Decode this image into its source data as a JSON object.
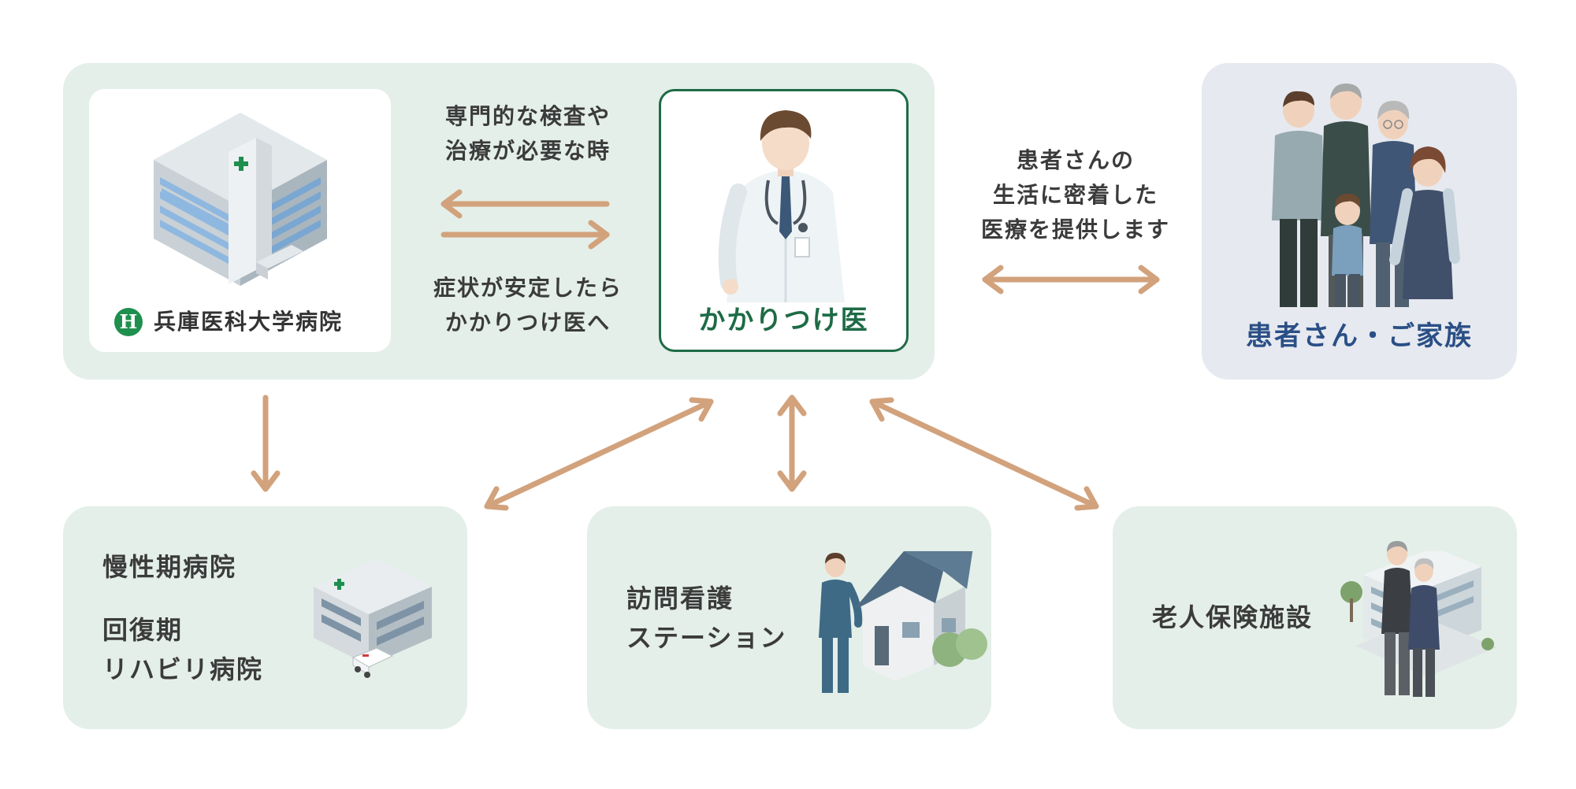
{
  "colors": {
    "panel_bg": "#e4efe9",
    "patient_panel_bg": "#e6e9ef",
    "arrow": "#d2a27c",
    "doctor_accent": "#1e6b46",
    "patient_label": "#2a4f86",
    "text": "#3b3b3b"
  },
  "hospital": {
    "name": "兵庫医科大学病院",
    "logo_letter": "H"
  },
  "referral": {
    "to_hospital_lines": [
      "専門的な検査や",
      "治療が必要な時"
    ],
    "to_doctor_lines": [
      "症状が安定したら",
      "かかりつけ医へ"
    ]
  },
  "doctor": {
    "label": "かかりつけ医"
  },
  "patient_support": {
    "lines": [
      "患者さんの",
      "生活に密着した",
      "医療を提供します"
    ]
  },
  "patients": {
    "label": "患者さん・ご家族"
  },
  "facilities": {
    "rehab": {
      "line1": "慢性期病院",
      "line2": "回復期",
      "line3": "リハビリ病院"
    },
    "nursing": {
      "line1": "訪問看護",
      "line2": "ステーション"
    },
    "elderly": {
      "label": "老人保険施設"
    }
  },
  "icons": [
    "hospital-building-icon",
    "doctor-icon",
    "family-icon",
    "small-hospital-icon",
    "ambulance-icon",
    "nurse-icon",
    "house-icon",
    "elderly-couple-icon",
    "care-facility-icon"
  ]
}
